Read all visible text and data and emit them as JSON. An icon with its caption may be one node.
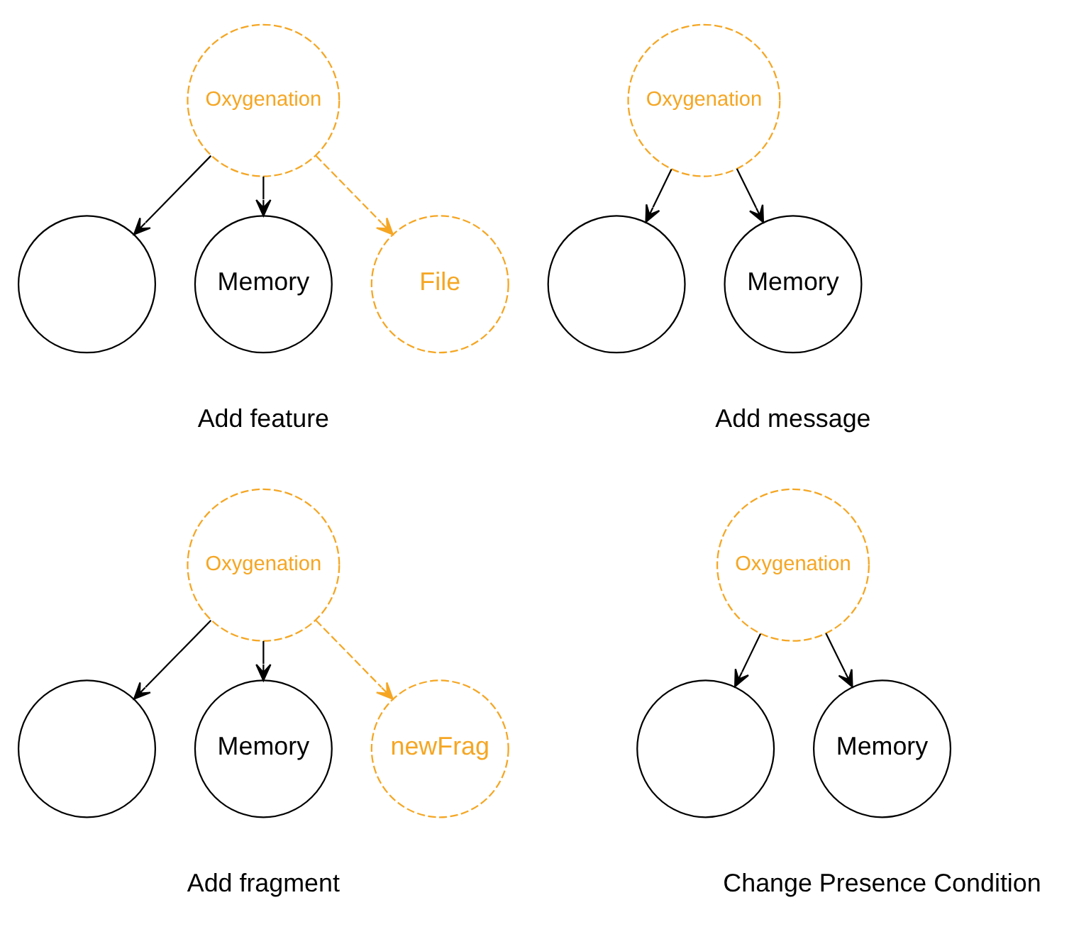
{
  "diagram": {
    "nodes": [
      {
        "text": [
          "Oxygenation"
        ]
      },
      {
        "text": [],
        "shape": "circle"
      },
      {
        "text": [
          "Memory"
        ]
      },
      {
        "text": [
          "File"
        ]
      },
      {
        "text": [
          "Oxygenation"
        ]
      },
      {
        "text": [],
        "shape": "circle"
      },
      {
        "text": [
          "Memory"
        ]
      },
      {
        "text": [
          "Oxygenation"
        ]
      },
      {
        "text": [],
        "shape": "circle"
      },
      {
        "text": [
          "Memory"
        ]
      },
      {
        "text": [
          "newFrag"
        ]
      },
      {
        "text": [
          "Oxygenation"
        ]
      },
      {
        "text": [],
        "shape": "circle"
      },
      {
        "text": [
          "Memory"
        ]
      }
    ],
    "edges": [
      {
        "from": 0,
        "to": 1,
        "arrow": "to"
      },
      {
        "from": 0,
        "to": 2,
        "arrow": "to"
      },
      {
        "from": 0,
        "to": 3,
        "arrow": "to",
        "style": "dashed",
        "color": "#f5a623"
      },
      {
        "from": 4,
        "to": 5,
        "arrow": "to"
      },
      {
        "from": 4,
        "to": 6,
        "arrow": "to"
      },
      {
        "from": 7,
        "to": 8,
        "arrow": "to"
      },
      {
        "from": 7,
        "to": 9,
        "arrow": "to"
      },
      {
        "from": 7,
        "to": 10,
        "arrow": "to",
        "style": "dashed",
        "color": "#f5a623"
      },
      {
        "from": 11,
        "to": 12,
        "arrow": "to"
      },
      {
        "from": 11,
        "to": 13,
        "arrow": "to"
      }
    ],
    "labels": [
      "Add feature",
      "Add message",
      "Add fragment",
      "Change Presence Condition"
    ]
  }
}
